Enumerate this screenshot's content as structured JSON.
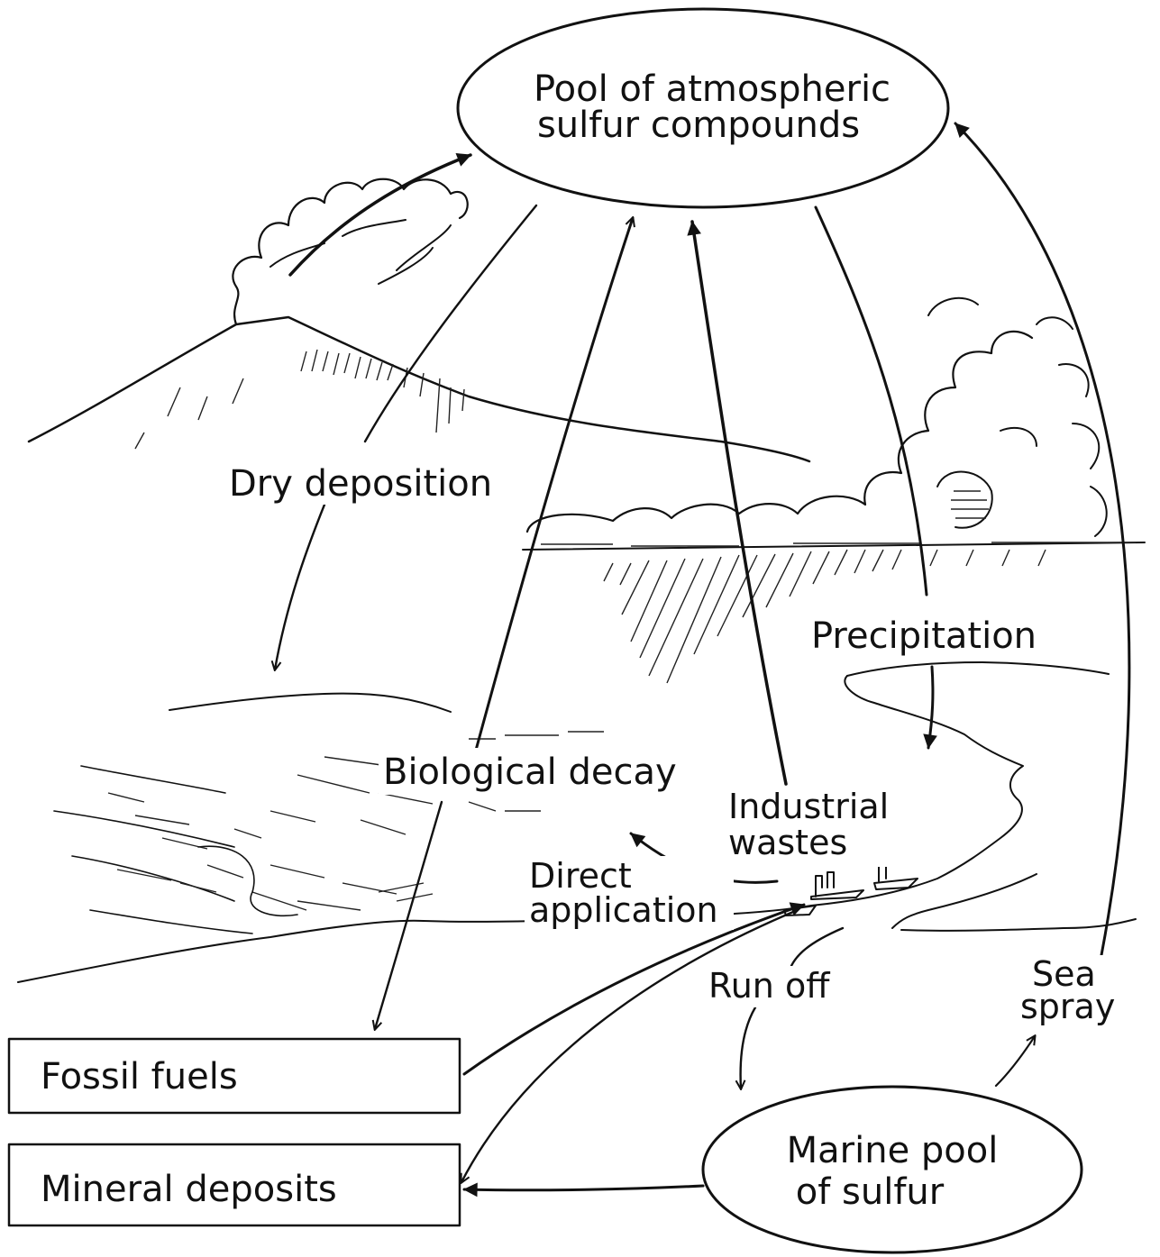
{
  "nodes": {
    "atmospheric_pool": {
      "line1": "Pool of atmospheric",
      "line2": "sulfur compounds"
    },
    "marine_pool": {
      "line1": "Marine pool",
      "line2": "of sulfur"
    },
    "fossil_fuels": "Fossil fuels",
    "mineral_deposits": "Mineral deposits"
  },
  "labels": {
    "dry_deposition": "Dry deposition",
    "precipitation": "Precipitation",
    "biological_decay": "Biological decay",
    "industrial_wastes_1": "Industrial",
    "industrial_wastes_2": "wastes",
    "direct_application_1": "Direct",
    "direct_application_2": "application",
    "run_off": "Run off",
    "sea_spray_1": "Sea",
    "sea_spray_2": "spray"
  }
}
